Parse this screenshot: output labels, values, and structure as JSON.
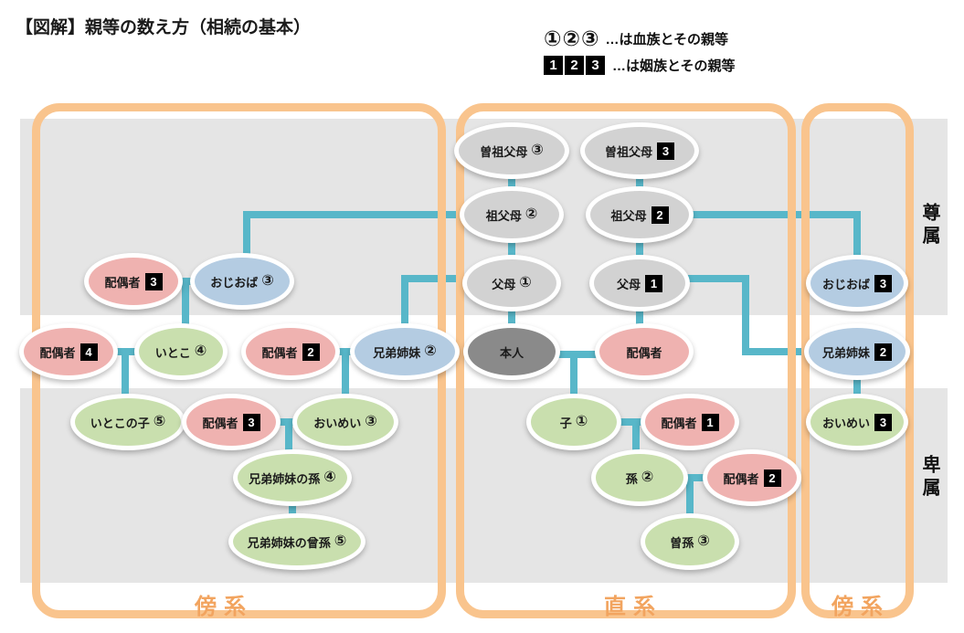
{
  "title": "【図解】親等の数え方（相続の基本）",
  "legend": {
    "blood_symbols": [
      "①",
      "②",
      "③"
    ],
    "blood_text": "…は血族とその親等",
    "affinity_symbols": [
      "1",
      "2",
      "3"
    ],
    "affinity_text": "…は姻族とその親等"
  },
  "side_labels": {
    "ancestors": "尊属",
    "descendants": "卑属"
  },
  "group_labels": {
    "left": "傍系",
    "center": "直系",
    "right": "傍系"
  },
  "colors": {
    "line": "#58b7c9",
    "box": "#f9c48d",
    "band": "#e5e5e5",
    "gray": "#d2d2d2",
    "self": "#8a8a8a",
    "pink": "#efb2b0",
    "blue": "#b4cce2",
    "green": "#c9dfae",
    "badge": "#000000",
    "orange_text": "#f2a45f"
  },
  "nodes": [
    {
      "id": "spouse-ojioba-left",
      "label": "配偶者",
      "marker_type": "square",
      "marker": "3",
      "color": "pink"
    },
    {
      "id": "ojioba-left",
      "label": "おじおば",
      "marker_type": "circle",
      "marker": "③",
      "color": "blue"
    },
    {
      "id": "spouse-itoko",
      "label": "配偶者",
      "marker_type": "square",
      "marker": "4",
      "color": "pink"
    },
    {
      "id": "itoko",
      "label": "いとこ",
      "marker_type": "circle",
      "marker": "④",
      "color": "green"
    },
    {
      "id": "spouse-sibling-left",
      "label": "配偶者",
      "marker_type": "square",
      "marker": "2",
      "color": "pink"
    },
    {
      "id": "sibling-left",
      "label": "兄弟姉妹",
      "marker_type": "circle",
      "marker": "②",
      "color": "blue"
    },
    {
      "id": "itoko-child",
      "label": "いとこの子",
      "marker_type": "circle",
      "marker": "⑤",
      "color": "green"
    },
    {
      "id": "spouse-oimei-left",
      "label": "配偶者",
      "marker_type": "square",
      "marker": "3",
      "color": "pink"
    },
    {
      "id": "oimei-left",
      "label": "おいめい",
      "marker_type": "circle",
      "marker": "③",
      "color": "green"
    },
    {
      "id": "sibling-grandchild",
      "label": "兄弟姉妹の孫",
      "marker_type": "circle",
      "marker": "④",
      "color": "green"
    },
    {
      "id": "sibling-greatgrandchild",
      "label": "兄弟姉妹の曾孫",
      "marker_type": "circle",
      "marker": "⑤",
      "color": "green"
    },
    {
      "id": "greatgrandparents-blood",
      "label": "曽祖父母",
      "marker_type": "circle",
      "marker": "③",
      "color": "gray"
    },
    {
      "id": "greatgrandparents-inlaw",
      "label": "曽祖父母",
      "marker_type": "square",
      "marker": "3",
      "color": "gray"
    },
    {
      "id": "grandparents-blood",
      "label": "祖父母",
      "marker_type": "circle",
      "marker": "②",
      "color": "gray"
    },
    {
      "id": "grandparents-inlaw",
      "label": "祖父母",
      "marker_type": "square",
      "marker": "2",
      "color": "gray"
    },
    {
      "id": "parents-blood",
      "label": "父母",
      "marker_type": "circle",
      "marker": "①",
      "color": "gray"
    },
    {
      "id": "parents-inlaw",
      "label": "父母",
      "marker_type": "square",
      "marker": "1",
      "color": "gray"
    },
    {
      "id": "self",
      "label": "本人",
      "marker_type": "none",
      "marker": "",
      "color": "self"
    },
    {
      "id": "spouse-center",
      "label": "配偶者",
      "marker_type": "none",
      "marker": "",
      "color": "pink"
    },
    {
      "id": "child",
      "label": "子",
      "marker_type": "circle",
      "marker": "①",
      "color": "green"
    },
    {
      "id": "spouse-child",
      "label": "配偶者",
      "marker_type": "square",
      "marker": "1",
      "color": "pink"
    },
    {
      "id": "grandchild",
      "label": "孫",
      "marker_type": "circle",
      "marker": "②",
      "color": "green"
    },
    {
      "id": "spouse-grandchild",
      "label": "配偶者",
      "marker_type": "square",
      "marker": "2",
      "color": "pink"
    },
    {
      "id": "greatgrandchild",
      "label": "曽孫",
      "marker_type": "circle",
      "marker": "③",
      "color": "green"
    },
    {
      "id": "ojioba-right",
      "label": "おじおば",
      "marker_type": "square",
      "marker": "3",
      "color": "blue"
    },
    {
      "id": "sibling-right",
      "label": "兄弟姉妹",
      "marker_type": "square",
      "marker": "2",
      "color": "blue"
    },
    {
      "id": "oimei-right",
      "label": "おいめい",
      "marker_type": "square",
      "marker": "3",
      "color": "green"
    }
  ]
}
